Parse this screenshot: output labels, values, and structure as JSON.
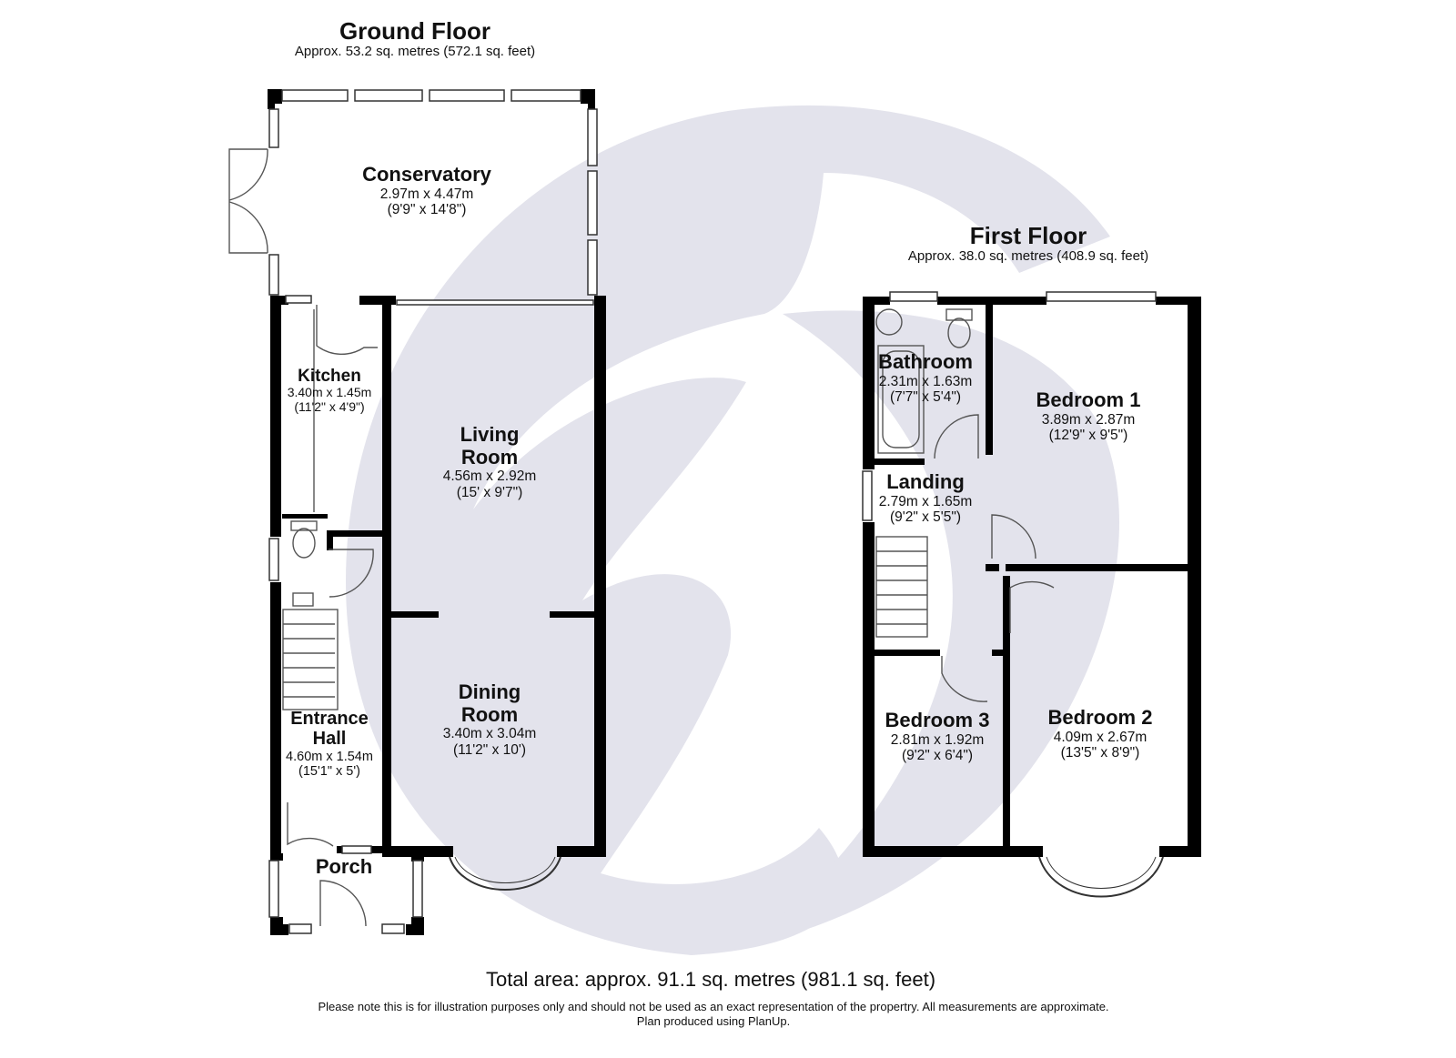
{
  "ground_floor": {
    "title": "Ground Floor",
    "area": "Approx. 53.2 sq. metres (572.1 sq. feet)",
    "rooms": {
      "conservatory": {
        "name": "Conservatory",
        "metric": "2.97m x 4.47m",
        "imperial": "(9'9\" x 14'8\")"
      },
      "kitchen": {
        "name": "Kitchen",
        "metric": "3.40m x 1.45m",
        "imperial": "(11'2\" x 4'9\")"
      },
      "living_room": {
        "name_line1": "Living",
        "name_line2": "Room",
        "metric": "4.56m x 2.92m",
        "imperial": "(15' x 9'7\")"
      },
      "dining_room": {
        "name_line1": "Dining",
        "name_line2": "Room",
        "metric": "3.40m x 3.04m",
        "imperial": "(11'2\" x 10')"
      },
      "entrance_hall": {
        "name_line1": "Entrance",
        "name_line2": "Hall",
        "metric": "4.60m x 1.54m",
        "imperial": "(15'1\" x 5')"
      },
      "porch": {
        "name": "Porch"
      }
    }
  },
  "first_floor": {
    "title": "First Floor",
    "area": "Approx. 38.0 sq. metres (408.9 sq. feet)",
    "rooms": {
      "bathroom": {
        "name": "Bathroom",
        "metric": "2.31m x 1.63m",
        "imperial": "(7'7\" x 5'4\")"
      },
      "landing": {
        "name": "Landing",
        "metric": "2.79m x 1.65m",
        "imperial": "(9'2\" x 5'5\")"
      },
      "bedroom_1": {
        "name": "Bedroom 1",
        "metric": "3.89m x 2.87m",
        "imperial": "(12'9\" x 9'5\")"
      },
      "bedroom_2": {
        "name": "Bedroom 2",
        "metric": "4.09m x 2.67m",
        "imperial": "(13'5\" x 8'9\")"
      },
      "bedroom_3": {
        "name": "Bedroom 3",
        "metric": "2.81m x 1.92m",
        "imperial": "(9'2\" x 6'4\")"
      }
    }
  },
  "footer": {
    "total_area": "Total area: approx. 91.1 sq. metres (981.1 sq. feet)",
    "disclaimer": "Please note this is for illustration purposes only and should not be used as an exact representation of the propertry. All measurements are approximate.",
    "produced_by": "Plan produced using PlanUp."
  },
  "colors": {
    "wall": "#000000",
    "watermark": "#e3e3ec",
    "fixture": "#666666"
  }
}
